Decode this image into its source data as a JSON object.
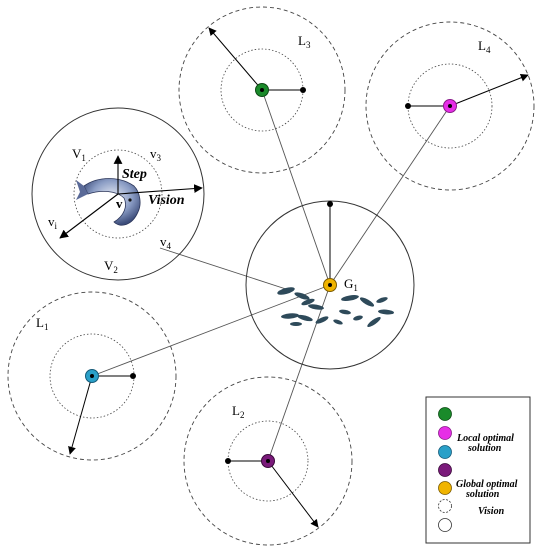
{
  "labels": {
    "L3": "L",
    "L3_sub": "3",
    "L4": "L",
    "L4_sub": "4",
    "L1": "L",
    "L1_sub": "1",
    "L2": "L",
    "L2_sub": "2",
    "G1": "G",
    "G1_sub": "1",
    "V1": "V",
    "V1_sub": "1",
    "V2": "V",
    "V2_sub": "2",
    "v3": "v",
    "v3_sub": "3",
    "v4": "v",
    "v4_sub": "4",
    "vi": "v",
    "vi_sub": "i",
    "v": "v",
    "step": "Step",
    "vision": "Vision"
  },
  "legend": {
    "items": [
      {
        "color": "#1a8a2a",
        "text1": "",
        "text2": ""
      },
      {
        "color": "#e62ee6",
        "text1": "Local optimal",
        "text2": "solution"
      },
      {
        "color": "#2aa0c8",
        "text1": "",
        "text2": ""
      },
      {
        "color": "#7a1a7a",
        "text1": "",
        "text2": ""
      },
      {
        "color": "#f0b400",
        "text1": "Global optimal",
        "text2": "solution"
      },
      {
        "kind": "dashed",
        "text1": "",
        "text2": ""
      },
      {
        "kind": "solid",
        "text1": "Vision",
        "text2": ""
      }
    ]
  },
  "colors": {
    "green": "#1a8a2a",
    "magenta": "#e62ee6",
    "cyan": "#2aa0c8",
    "purple": "#7a1a7a",
    "gold": "#f0b400",
    "fish": "#2e4a5a"
  }
}
